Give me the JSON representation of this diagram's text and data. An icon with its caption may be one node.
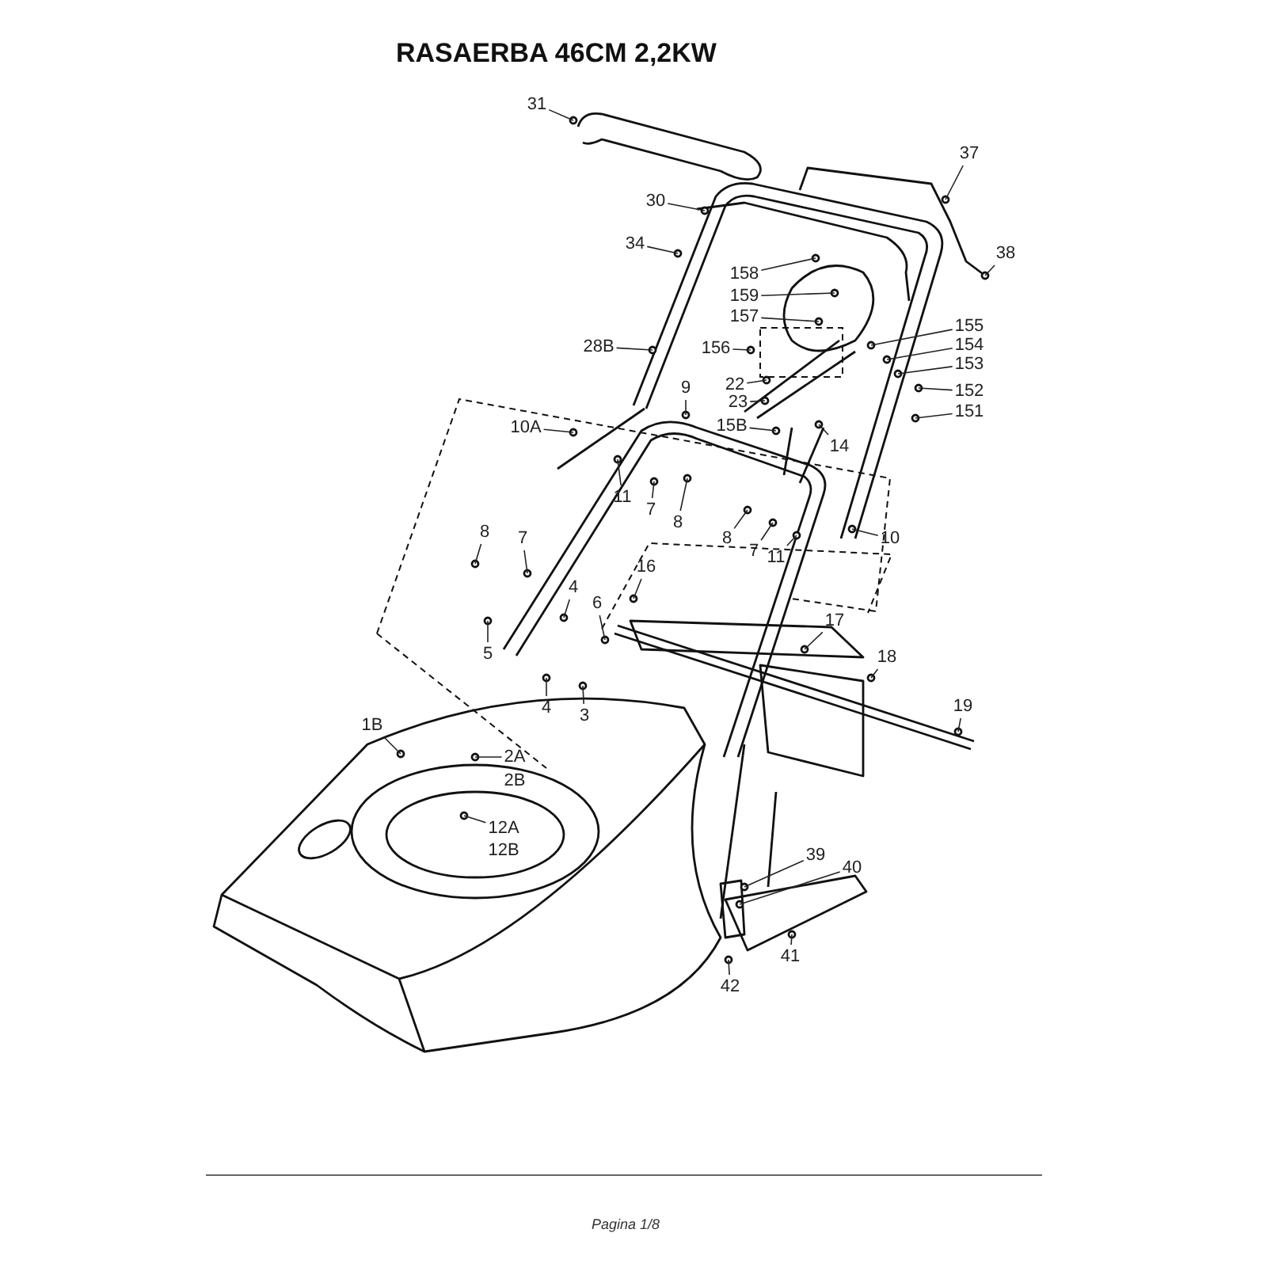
{
  "diagram": {
    "title": "RASAERBA 46CM 2,2KW",
    "caption": "Pagina 1/8",
    "nodes": [
      {
        "text": [
          "31"
        ]
      },
      {
        "text": [
          "37"
        ]
      },
      {
        "text": [
          "30"
        ]
      },
      {
        "text": [
          "34"
        ]
      },
      {
        "text": [
          "38"
        ]
      },
      {
        "text": [
          "158"
        ]
      },
      {
        "text": [
          "159"
        ]
      },
      {
        "text": [
          "157"
        ]
      },
      {
        "text": [
          "28B"
        ]
      },
      {
        "text": [
          "156"
        ]
      },
      {
        "text": [
          "155"
        ]
      },
      {
        "text": [
          "154"
        ]
      },
      {
        "text": [
          "153"
        ]
      },
      {
        "text": [
          "22"
        ]
      },
      {
        "text": [
          "152"
        ]
      },
      {
        "text": [
          "9"
        ]
      },
      {
        "text": [
          "23"
        ]
      },
      {
        "text": [
          "151"
        ]
      },
      {
        "text": [
          "15B"
        ]
      },
      {
        "text": [
          "10A"
        ]
      },
      {
        "text": [
          "14"
        ]
      },
      {
        "text": [
          "11"
        ]
      },
      {
        "text": [
          "7"
        ]
      },
      {
        "text": [
          "8"
        ]
      },
      {
        "text": [
          "8"
        ]
      },
      {
        "text": [
          "7"
        ]
      },
      {
        "text": [
          "10"
        ]
      },
      {
        "text": [
          "8"
        ]
      },
      {
        "text": [
          "7"
        ]
      },
      {
        "text": [
          "11"
        ]
      },
      {
        "text": [
          "16"
        ]
      },
      {
        "text": [
          "4"
        ]
      },
      {
        "text": [
          "6"
        ]
      },
      {
        "text": [
          "17"
        ]
      },
      {
        "text": [
          "5"
        ]
      },
      {
        "text": [
          "18"
        ]
      },
      {
        "text": [
          "4"
        ]
      },
      {
        "text": [
          "19"
        ]
      },
      {
        "text": [
          "3"
        ]
      },
      {
        "text": [
          "1B"
        ]
      },
      {
        "text": [
          "2A"
        ]
      },
      {
        "text": [
          "12A"
        ]
      },
      {
        "text": [
          "39"
        ]
      },
      {
        "text": [
          "40"
        ]
      },
      {
        "text": [
          "41"
        ]
      },
      {
        "text": [
          "42"
        ]
      }
    ],
    "edges": [
      {
        "from": 0,
        "to": null,
        "arrow": "none"
      },
      {
        "from": 1,
        "to": null,
        "arrow": "none"
      },
      {
        "from": 2,
        "to": null,
        "arrow": "none"
      },
      {
        "from": 3,
        "to": null,
        "arrow": "none"
      },
      {
        "from": 4,
        "to": null,
        "arrow": "none"
      },
      {
        "from": 5,
        "to": null,
        "arrow": "none"
      },
      {
        "from": 6,
        "to": null,
        "arrow": "none"
      },
      {
        "from": 7,
        "to": null,
        "arrow": "none"
      },
      {
        "from": 8,
        "to": null,
        "arrow": "none"
      },
      {
        "from": 9,
        "to": null,
        "arrow": "none"
      },
      {
        "from": 10,
        "to": null,
        "arrow": "none"
      },
      {
        "from": 11,
        "to": null,
        "arrow": "none"
      },
      {
        "from": 12,
        "to": null,
        "arrow": "none"
      },
      {
        "from": 13,
        "to": null,
        "arrow": "none"
      },
      {
        "from": 14,
        "to": null,
        "arrow": "none"
      },
      {
        "from": 15,
        "to": null,
        "arrow": "none"
      },
      {
        "from": 16,
        "to": null,
        "arrow": "none"
      },
      {
        "from": 17,
        "to": null,
        "arrow": "none"
      },
      {
        "from": 18,
        "to": null,
        "arrow": "none"
      },
      {
        "from": 19,
        "to": null,
        "arrow": "none"
      },
      {
        "from": 20,
        "to": null,
        "arrow": "none"
      },
      {
        "from": 21,
        "to": null,
        "arrow": "none"
      },
      {
        "from": 22,
        "to": null,
        "arrow": "none"
      },
      {
        "from": 23,
        "to": null,
        "arrow": "none"
      },
      {
        "from": 24,
        "to": null,
        "arrow": "none"
      },
      {
        "from": 25,
        "to": null,
        "arrow": "none"
      },
      {
        "from": 26,
        "to": null,
        "arrow": "none"
      },
      {
        "from": 27,
        "to": null,
        "arrow": "none"
      },
      {
        "from": 28,
        "to": null,
        "arrow": "none"
      },
      {
        "from": 29,
        "to": null,
        "arrow": "none"
      },
      {
        "from": 30,
        "to": null,
        "arrow": "none"
      },
      {
        "from": 31,
        "to": null,
        "arrow": "none"
      },
      {
        "from": 32,
        "to": null,
        "arrow": "none"
      },
      {
        "from": 33,
        "to": null,
        "arrow": "none"
      },
      {
        "from": 34,
        "to": null,
        "arrow": "none"
      },
      {
        "from": 35,
        "to": null,
        "arrow": "none"
      },
      {
        "from": 36,
        "to": null,
        "arrow": "none"
      },
      {
        "from": 37,
        "to": null,
        "arrow": "none"
      },
      {
        "from": 38,
        "to": null,
        "arrow": "none"
      },
      {
        "from": 39,
        "to": null,
        "arrow": "none"
      },
      {
        "from": 40,
        "to": null,
        "arrow": "none"
      },
      {
        "from": 41,
        "to": null,
        "arrow": "none"
      },
      {
        "from": 42,
        "to": null,
        "arrow": "none"
      },
      {
        "from": 43,
        "to": null,
        "arrow": "none"
      },
      {
        "from": 44,
        "to": null,
        "arrow": "none"
      },
      {
        "from": 45,
        "to": null,
        "arrow": "none"
      }
    ],
    "labels": [
      "2B",
      "12B"
    ]
  }
}
